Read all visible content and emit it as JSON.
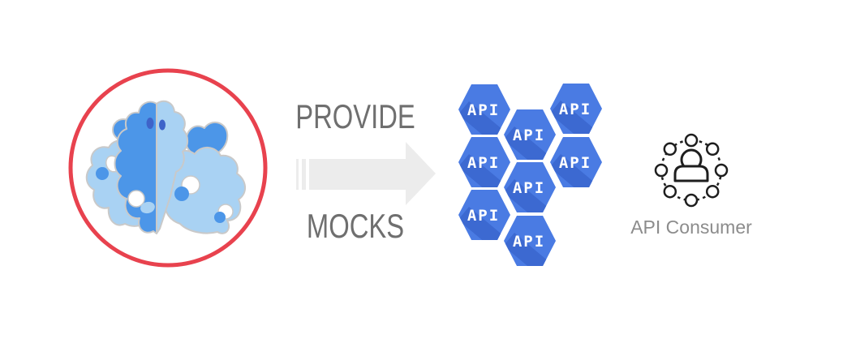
{
  "flow": {
    "top_label": "PROVIDE",
    "bottom_label": "MOCKS"
  },
  "hex_cluster": {
    "items": [
      "API",
      "API",
      "API",
      "API",
      "API",
      "API",
      "API",
      "API"
    ]
  },
  "consumer": {
    "label": "API Consumer"
  },
  "icons": {
    "logo": "microcks-cloud-logo",
    "arrow": "right-arrow-icon",
    "consumer": "api-consumer-icon"
  },
  "colors": {
    "red_ring": "#E8424E",
    "cloud_light": "#A9D2F3",
    "cloud_medium": "#4C96E8",
    "hole_navy": "#3E63C9",
    "stroke_gray": "#C9C9C9",
    "hex_fill": "#4A7BE3",
    "hex_shadow": "#3C69D1",
    "arrow_gray": "#ECECEC",
    "title_gray": "#6F6F6F",
    "caption_gray": "#8C8C8C",
    "icon_ink": "#1E1E1E"
  }
}
